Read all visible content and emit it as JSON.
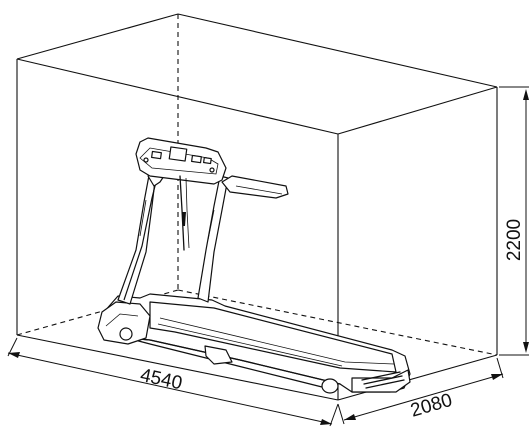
{
  "dimensions": {
    "length": "4540",
    "width": "2080",
    "height": "2200"
  },
  "colors": {
    "line": "#111111",
    "background": "#ffffff"
  }
}
